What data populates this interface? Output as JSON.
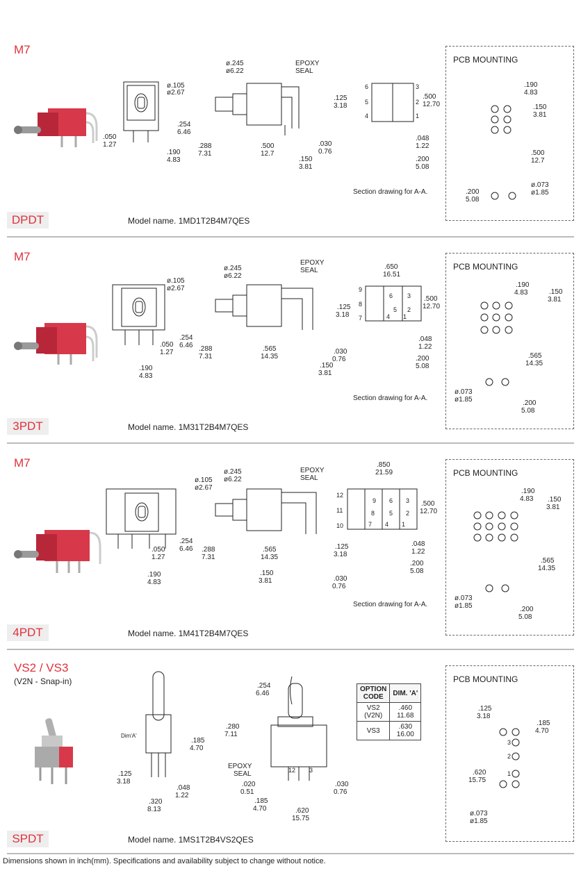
{
  "sections": [
    {
      "series": "M7",
      "pole": "DPDT",
      "model": "Model name. 1MD1T2B4M7QES",
      "pcb_title": "PCB MOUNTING",
      "section_note": "Section drawing for A-A.",
      "dims": {
        "d1": "ø.105",
        "d1m": "ø2.67",
        "d2": "ø.245",
        "d2m": "ø6.22",
        "seal": "EPOXY",
        "seal2": "SEAL",
        "a1": ".254",
        "a1m": "6.46",
        "a2": ".050",
        "a2m": "1.27",
        "a3": ".190",
        "a3m": "4.83",
        "a4": ".288",
        "a4m": "7.31",
        "a5": ".500",
        "a5m": "12.7",
        "a6": ".125",
        "a6m": "3.18",
        "a7": ".030",
        "a7m": "0.76",
        "a8": ".150",
        "a8m": "3.81",
        "s1": ".500",
        "s1m": "12.70",
        "s2": ".048",
        "s2m": "1.22",
        "s3": ".200",
        "s3m": "5.08",
        "p1": ".190",
        "p1m": "4.83",
        "p2": ".150",
        "p2m": "3.81",
        "p3": ".500",
        "p3m": "12.7",
        "p4": "ø.073",
        "p4m": "ø1.85",
        "p5": ".200",
        "p5m": "5.08"
      },
      "pins": [
        "6",
        "3",
        "5",
        "2",
        "4",
        "1"
      ]
    },
    {
      "series": "M7",
      "pole": "3PDT",
      "model": "Model name. 1M31T2B4M7QES",
      "pcb_title": "PCB MOUNTING",
      "section_note": "Section drawing for A-A.",
      "dims": {
        "d1": "ø.105",
        "d1m": "ø2.67",
        "d2": "ø.245",
        "d2m": "ø6.22",
        "seal": "EPOXY",
        "seal2": "SEAL",
        "a1": ".254",
        "a1m": "6.46",
        "a2": ".050",
        "a2m": "1.27",
        "a3": ".190",
        "a3m": "4.83",
        "a4": ".288",
        "a4m": "7.31",
        "a5": ".565",
        "a5m": "14.35",
        "a6": ".125",
        "a6m": "3.18",
        "a7": ".030",
        "a7m": "0.76",
        "a8": ".150",
        "a8m": "3.81",
        "s0": ".650",
        "s0m": "16.51",
        "s1": ".500",
        "s1m": "12.70",
        "s2": ".048",
        "s2m": "1.22",
        "s3": ".200",
        "s3m": "5.08",
        "p1": ".190",
        "p1m": "4.83",
        "p2": ".150",
        "p2m": "3.81",
        "p3": ".565",
        "p3m": "14.35",
        "p4": "ø.073",
        "p4m": "ø1.85",
        "p5": ".200",
        "p5m": "5.08"
      },
      "pins": [
        "9",
        "6",
        "3",
        "8",
        "5",
        "2",
        "7",
        "4",
        "1"
      ]
    },
    {
      "series": "M7",
      "pole": "4PDT",
      "model": "Model name. 1M41T2B4M7QES",
      "pcb_title": "PCB MOUNTING",
      "section_note": "Section drawing for A-A.",
      "dims": {
        "d1": "ø.105",
        "d1m": "ø2.67",
        "d2": "ø.245",
        "d2m": "ø6.22",
        "seal": "EPOXY",
        "seal2": "SEAL",
        "a1": ".254",
        "a1m": "6.46",
        "a2": ".050",
        "a2m": "1.27",
        "a3": ".190",
        "a3m": "4.83",
        "a4": ".288",
        "a4m": "7.31",
        "a5": ".565",
        "a5m": "14.35",
        "a6": ".125",
        "a6m": "3.18",
        "a7": ".030",
        "a7m": "0.76",
        "a8": ".150",
        "a8m": "3.81",
        "s0": ".850",
        "s0m": "21.59",
        "s1": ".500",
        "s1m": "12.70",
        "s2": ".048",
        "s2m": "1.22",
        "s3": ".200",
        "s3m": "5.08",
        "p1": ".190",
        "p1m": "4.83",
        "p2": ".150",
        "p2m": "3.81",
        "p3": ".565",
        "p3m": "14.35",
        "p4": "ø.073",
        "p4m": "ø1.85",
        "p5": ".200",
        "p5m": "5.08"
      },
      "pins": [
        "12",
        "9",
        "6",
        "3",
        "11",
        "8",
        "5",
        "2",
        "10",
        "7",
        "4",
        "1"
      ]
    }
  ],
  "vs": {
    "series": "VS2 / VS3",
    "sub": "(V2N - Snap-in)",
    "pole": "SPDT",
    "model": "Model name. 1MS1T2B4VS2QES",
    "pcb_title": "PCB MOUNTING",
    "dims": {
      "dimA": "Dim'A'",
      "b1": ".185",
      "b1m": "4.70",
      "b2": ".125",
      "b2m": "3.18",
      "b3": ".048",
      "b3m": "1.22",
      "b4": ".320",
      "b4m": "8.13",
      "c1": ".254",
      "c1m": "6.46",
      "c2": ".280",
      "c2m": "7.11",
      "seal": "EPOXY",
      "seal2": "SEAL",
      "c3": ".020",
      "c3m": "0.51",
      "c4": ".185",
      "c4m": "4.70",
      "c5": ".620",
      "c5m": "15.75",
      "c6": ".030",
      "c6m": "0.76",
      "p1": ".125",
      "p1m": "3.18",
      "p2": ".185",
      "p2m": "4.70",
      "p3": ".620",
      "p3m": "15.75",
      "p4": "ø.073",
      "p4m": "ø1.85"
    },
    "pins": [
      "1",
      "2",
      "3"
    ],
    "table": {
      "h1": "OPTION",
      "h1b": "CODE",
      "h2": "DIM. 'A'",
      "rows": [
        {
          "code": "VS2",
          "code2": "(V2N)",
          "in": ".460",
          "mm": "11.68"
        },
        {
          "code": "VS3",
          "code2": "",
          "in": ".630",
          "mm": "16.00"
        }
      ]
    }
  },
  "footer": "Dimensions shown in inch(mm).   Specifications and availability subject to change without notice.",
  "colors": {
    "accent": "#e0313b",
    "switch_red": "#d8394a",
    "separator": "#bbbbbb"
  }
}
